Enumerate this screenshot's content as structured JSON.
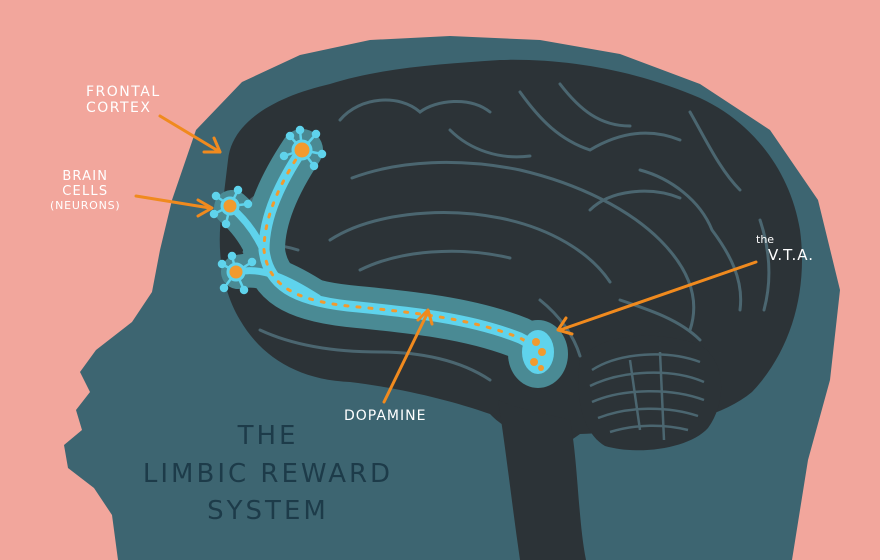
{
  "labels": {
    "frontal_cortex": [
      "FRONTAL",
      "CORTEX"
    ],
    "brain_cells": [
      "BRAIN",
      "CELLS"
    ],
    "neurons": "(NEURONS)",
    "vta_prefix": "the",
    "vta": "V.T.A.",
    "dopamine": "DOPAMINE"
  },
  "title": [
    "THE",
    "LIMBIC REWARD",
    "SYSTEM"
  ],
  "colors": {
    "background": "#f2a69c",
    "head": "#3d6571",
    "brain": "#2c3337",
    "pathway_glow": "#4a8a94",
    "pathway": "#5fd3ec",
    "dopamine_dots": "#f29a2e",
    "arrow": "#f08a1e",
    "text_dark": "#1d3b49"
  }
}
